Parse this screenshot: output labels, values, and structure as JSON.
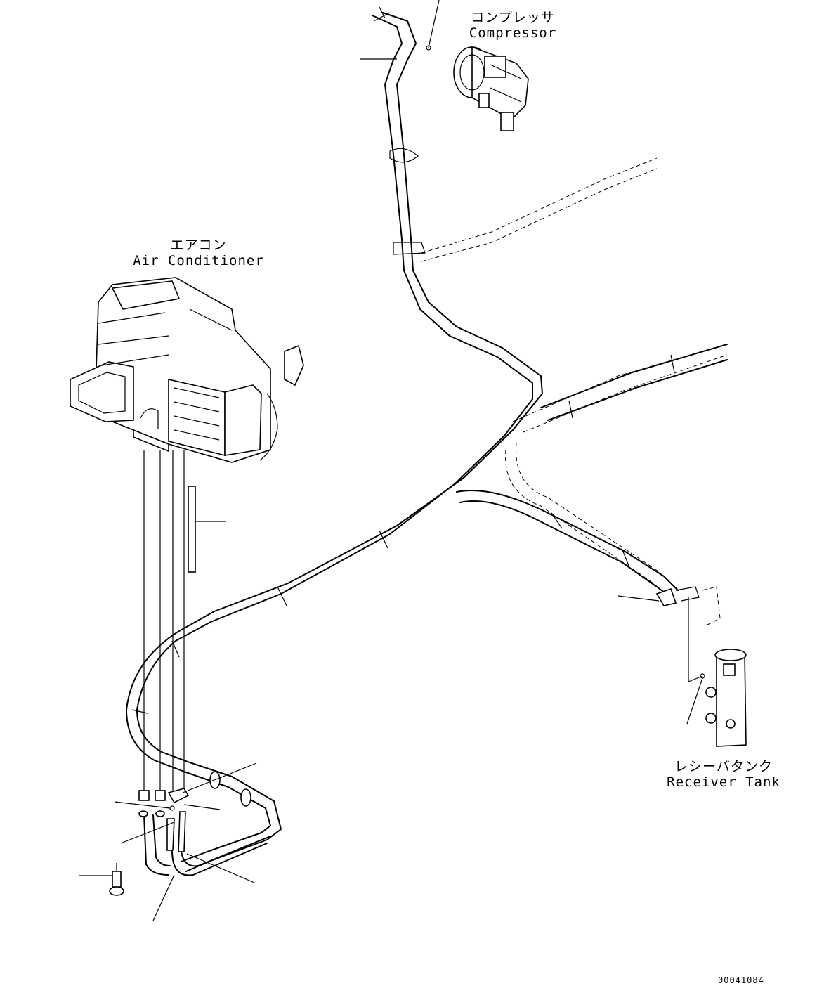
{
  "components": {
    "compressor": {
      "label_jp": "コンプレッサ",
      "label_en": "Compressor"
    },
    "air_conditioner": {
      "label_jp": "エアコン",
      "label_en": "Air Conditioner"
    },
    "receiver_tank": {
      "label_jp": "レシーバタンク",
      "label_en": "Receiver Tank"
    }
  },
  "drawing_number": "00041084"
}
